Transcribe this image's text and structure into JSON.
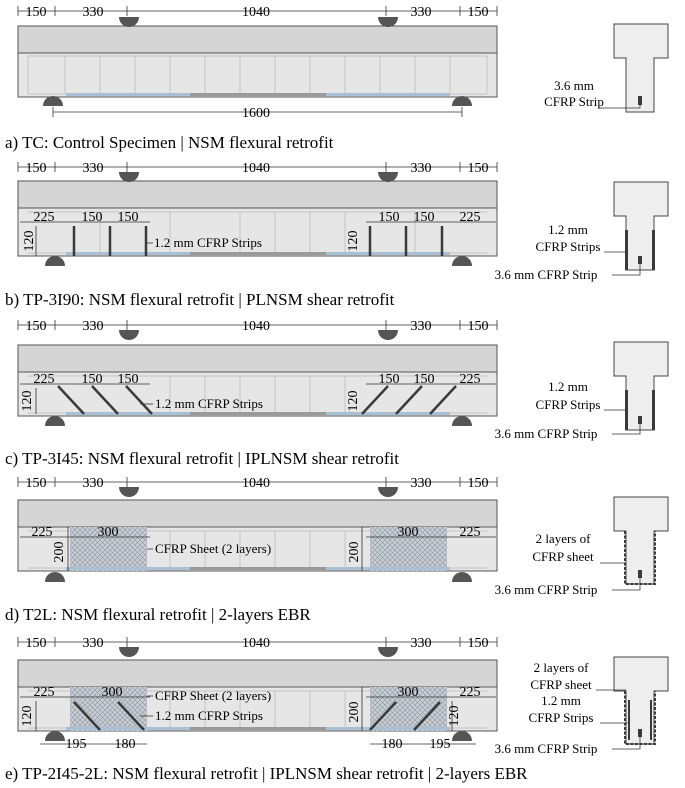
{
  "panels": [
    {
      "top_dims": [
        "150",
        "330",
        "1040",
        "330",
        "150"
      ],
      "span": "1600",
      "section_labels": [
        "3.6 mm",
        "CFRP Strip"
      ],
      "caption": "a)  TC: Control Specimen | NSM flexural retrofit"
    },
    {
      "top_dims": [
        "150",
        "330",
        "1040",
        "330",
        "150"
      ],
      "left_spacings": [
        "225",
        "150",
        "150"
      ],
      "right_spacings": [
        "150",
        "150",
        "225"
      ],
      "height": "120",
      "strip_label": "1.2 mm CFRP Strips",
      "section_labels": [
        "1.2 mm",
        "CFRP Strips",
        "3.6 mm CFRP Strip"
      ],
      "caption": "b)  TP-3I90: NSM flexural retrofit | PLNSM shear retrofit"
    },
    {
      "top_dims": [
        "150",
        "330",
        "1040",
        "330",
        "150"
      ],
      "left_spacings": [
        "225",
        "150",
        "150"
      ],
      "right_spacings": [
        "150",
        "150",
        "225"
      ],
      "height": "120",
      "strip_label": "1.2 mm CFRP Strips",
      "section_labels": [
        "1.2 mm",
        "CFRP Strips",
        "3.6 mm CFRP Strip"
      ],
      "caption": "c)  TP-3I45: NSM flexural retrofit | IPLNSM shear retrofit"
    },
    {
      "top_dims": [
        "150",
        "330",
        "1040",
        "330",
        "150"
      ],
      "left_end": "225",
      "sheet_width": "300",
      "right_end": "225",
      "height": "200",
      "sheet_label": "CFRP Sheet (2 layers)",
      "section_labels": [
        "2 layers of",
        "CFRP sheet",
        "3.6 mm CFRP Strip"
      ],
      "caption": "d)  T2L: NSM flexural retrofit | 2-layers EBR"
    },
    {
      "top_dims": [
        "150",
        "330",
        "1040",
        "330",
        "150"
      ],
      "left_end": "225",
      "sheet_width": "300",
      "right_end": "225",
      "height": "120",
      "height_sheet": "200",
      "sheet_label": "CFRP Sheet (2 layers)",
      "strip_label": "1.2 mm CFRP Strips",
      "bottom_left": [
        "195",
        "180"
      ],
      "bottom_right": [
        "180",
        "195"
      ],
      "section_labels": [
        "2 layers of",
        "CFRP sheet",
        "1.2 mm",
        "CFRP Strips",
        "3.6 mm CFRP Strip"
      ],
      "caption": "e)  TP-2I45-2L: NSM flexural retrofit | IPLNSM shear retrofit | 2-layers EBR"
    }
  ],
  "colors": {
    "concrete": "#e6e6e6",
    "flange": "#d5d5d5",
    "stirrup": "#c8c8c8",
    "cfrp": "#3a3a3a",
    "support": "#555555",
    "sheet": "#b8bfc6",
    "bottom_strip": "#a9bfd4"
  }
}
